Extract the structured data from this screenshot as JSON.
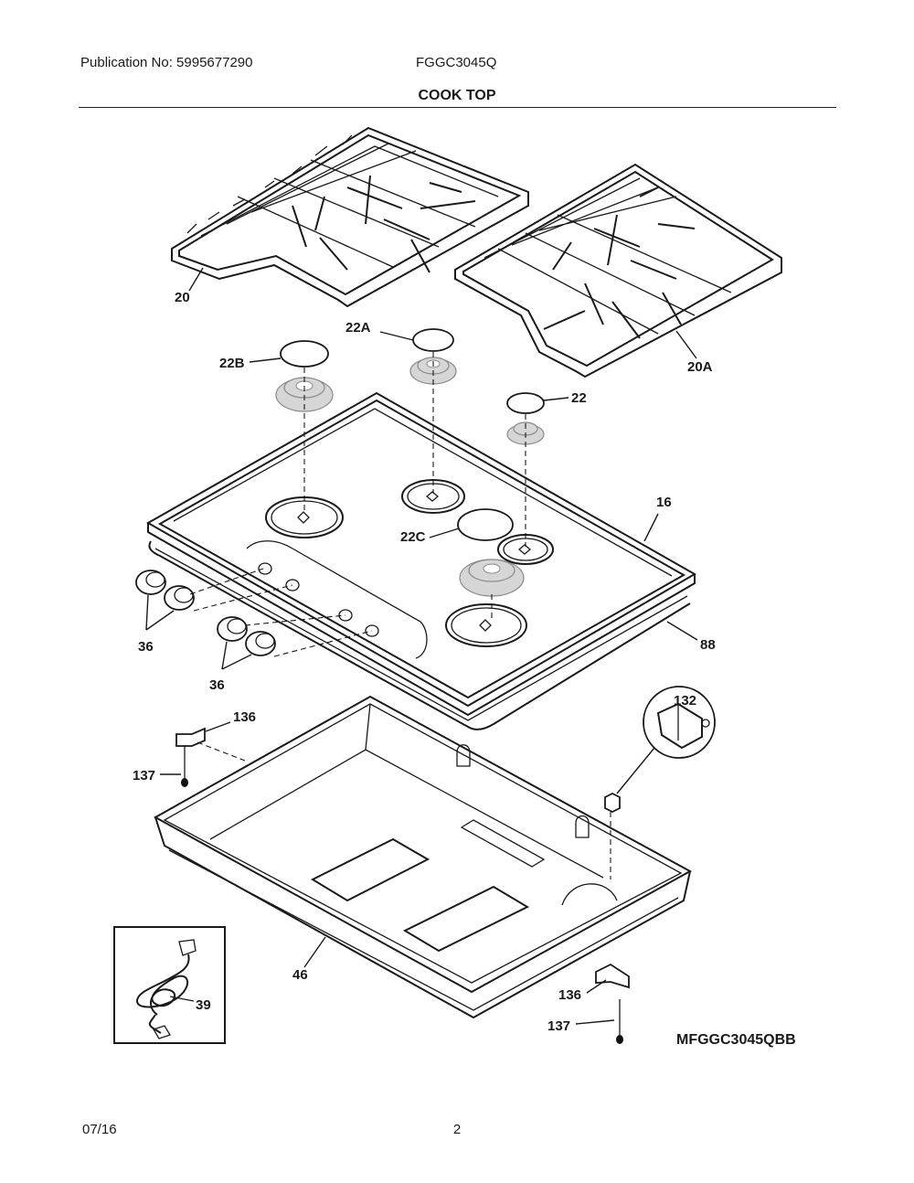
{
  "header": {
    "publication": "Publication No: 5995677290",
    "model": "FGGC3045Q",
    "section_title": "COOK TOP"
  },
  "footer": {
    "date": "07/16",
    "page": "2"
  },
  "diagram_code": "MFGGC3045QBB",
  "callouts": {
    "grate_left": "20",
    "grate_right": "20A",
    "cap_22a": "22A",
    "cap_22b": "22B",
    "cap_22": "22",
    "cap_22c": "22C",
    "cooktop": "16",
    "gasket": "88",
    "knobs_left": "36",
    "knobs_right": "36",
    "bracket_top": "136",
    "screw_top": "137",
    "switch": "132",
    "burner_box": "46",
    "cord": "39",
    "bracket_bottom": "136",
    "screw_bottom": "137"
  }
}
